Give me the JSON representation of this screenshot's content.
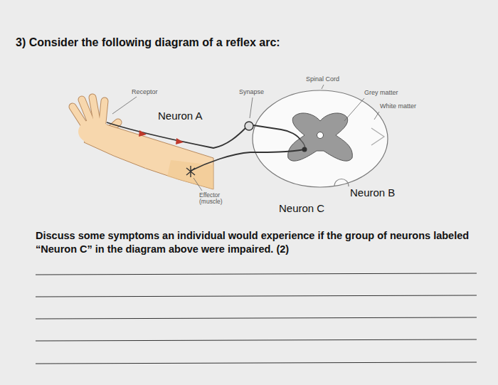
{
  "diagram": {
    "title": "3) Consider the following diagram of a reflex arc:",
    "labels": [
      "Receptor",
      "Synapse",
      "Spinal Cord",
      "Grey matter",
      "White matter",
      "Neuron A",
      "Neuron B",
      "Effector (muscle)",
      "Neuron C",
      "Discuss some symptoms an individual would experience if the group of neurons labeled “Neuron C” in the diagram above were impaired. (2)"
    ]
  }
}
